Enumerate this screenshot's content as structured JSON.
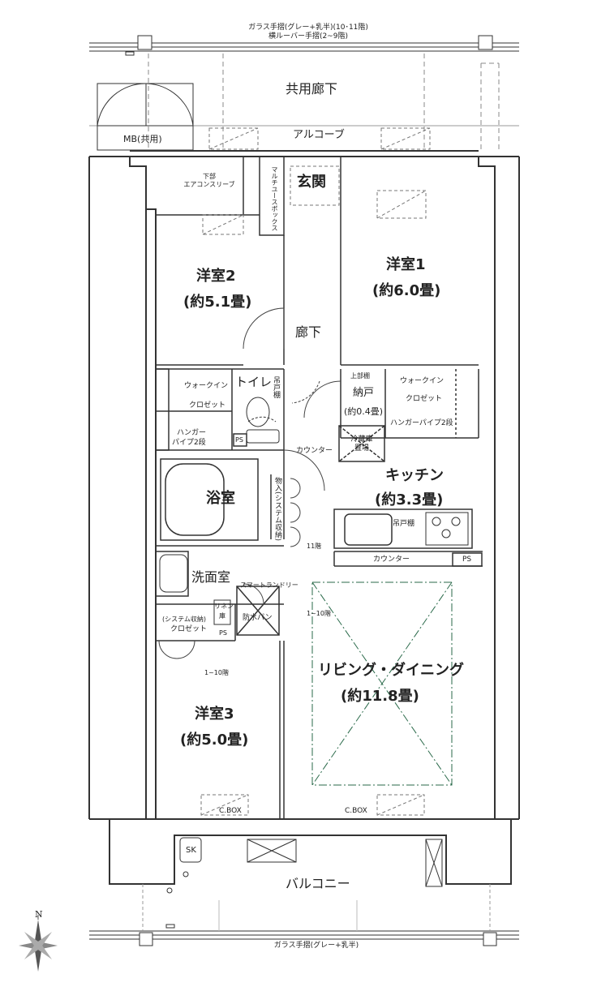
{
  "rails": {
    "top_line1": "ガラス手摺(グレー+乳半)(10･11階)",
    "top_line2": "横ルーバー手摺(2~9階)",
    "bottom": "ガラス手摺(グレー+乳半)"
  },
  "compass": {
    "north": "N"
  },
  "labels": {
    "common_corridor": "共用廊下",
    "alcove": "アルコーブ",
    "mb": "MB(共用)",
    "sleeve_1": "下部",
    "sleeve_2": "エアコンスリーブ",
    "multi_box": "マルチユースボックス",
    "genkan": "玄関",
    "room1": "洋室1",
    "room1_size": "(約6.0畳)",
    "room2": "洋室2",
    "room2_size": "(約5.1畳)",
    "hallway": "廊下",
    "wic_left_1": "ウォークイン",
    "wic_left_2": "クロゼット",
    "hanger_left_1": "ハンガー",
    "hanger_left_2": "パイプ2段",
    "toilet": "トイレ",
    "hanging_cab": "吊戸棚",
    "ps": "PS",
    "upper_shelf": "上部棚",
    "nando": "納戸",
    "nando_size": "(約0.4畳)",
    "wic_right_1": "ウォークイン",
    "wic_right_2": "クロゼット",
    "hanger_right": "ハンガーパイプ2段",
    "counter_small": "カウンター",
    "fridge_1": "冷蔵庫",
    "fridge_2": "置場",
    "kitchen": "キッチン",
    "kitchen_size": "(約3.3畳)",
    "bath": "浴室",
    "storage_vert": "物入(システム収納)",
    "hanging_cab2": "吊戸棚",
    "floor11": "11階",
    "counter_long": "カウンター",
    "ps_kitchen": "PS",
    "washroom": "洗面室",
    "smart_laundry": "スマートランドリー",
    "linen_1": "リネン",
    "linen_2": "庫",
    "waterproof_pan": "防水パン",
    "floor1_10_right": "1~10階",
    "system_storage": "(システム収納)",
    "closet": "クロゼット",
    "ps_wash": "PS",
    "floor1_10_left": "1~10階",
    "ldk": "リビング・ダイニング",
    "ldk_size": "(約11.8畳)",
    "room3": "洋室3",
    "room3_size": "(約5.0畳)",
    "cbox_left": "C.BOX",
    "cbox_right": "C.BOX",
    "sk": "SK",
    "balcony": "バルコニー"
  }
}
